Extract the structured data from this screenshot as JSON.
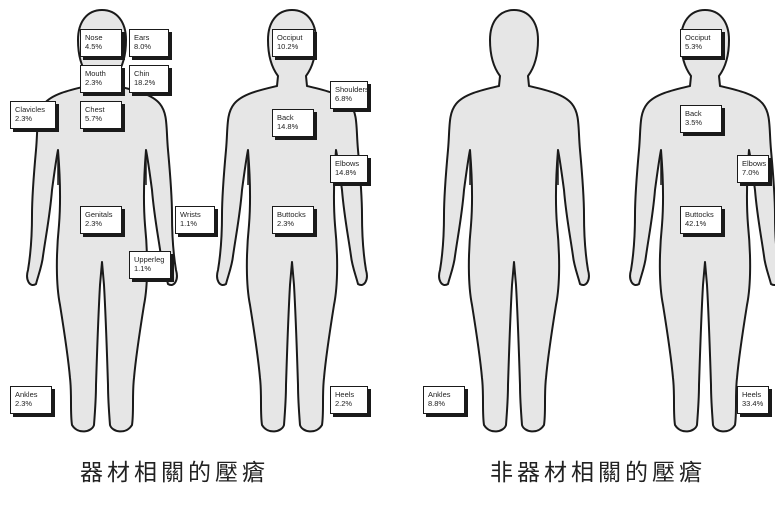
{
  "captions": {
    "left": "器材相關的壓瘡",
    "right": "非器材相關的壓瘡"
  },
  "figures": [
    {
      "view": "front",
      "labels": [
        {
          "name": "Nose",
          "value": "4.5%"
        },
        {
          "name": "Ears",
          "value": "8.0%"
        },
        {
          "name": "Mouth",
          "value": "2.3%"
        },
        {
          "name": "Chin",
          "value": "18.2%"
        },
        {
          "name": "Clavicles",
          "value": "2.3%"
        },
        {
          "name": "Chest",
          "value": "5.7%"
        },
        {
          "name": "Genitals",
          "value": "2.3%"
        },
        {
          "name": "Wrists",
          "value": "1.1%"
        },
        {
          "name": "Upperleg",
          "value": "1.1%"
        },
        {
          "name": "Ankles",
          "value": "2.3%"
        }
      ]
    },
    {
      "view": "back",
      "labels": [
        {
          "name": "Occiput",
          "value": "10.2%"
        },
        {
          "name": "Shoulders",
          "value": "6.8%"
        },
        {
          "name": "Back",
          "value": "14.8%"
        },
        {
          "name": "Elbows",
          "value": "14.8%"
        },
        {
          "name": "Buttocks",
          "value": "2.3%"
        },
        {
          "name": "Heels",
          "value": "2.2%"
        }
      ]
    },
    {
      "view": "front",
      "labels": [
        {
          "name": "Ankles",
          "value": "8.8%"
        }
      ]
    },
    {
      "view": "back",
      "labels": [
        {
          "name": "Occiput",
          "value": "5.3%"
        },
        {
          "name": "Back",
          "value": "3.5%"
        },
        {
          "name": "Elbows",
          "value": "7.0%"
        },
        {
          "name": "Buttocks",
          "value": "42.1%"
        },
        {
          "name": "Heels",
          "value": "33.4%"
        }
      ]
    }
  ],
  "colors": {
    "body_fill": "#e6e6e6",
    "body_outline": "#1a1a1a",
    "box_border": "#1a1a1a"
  }
}
